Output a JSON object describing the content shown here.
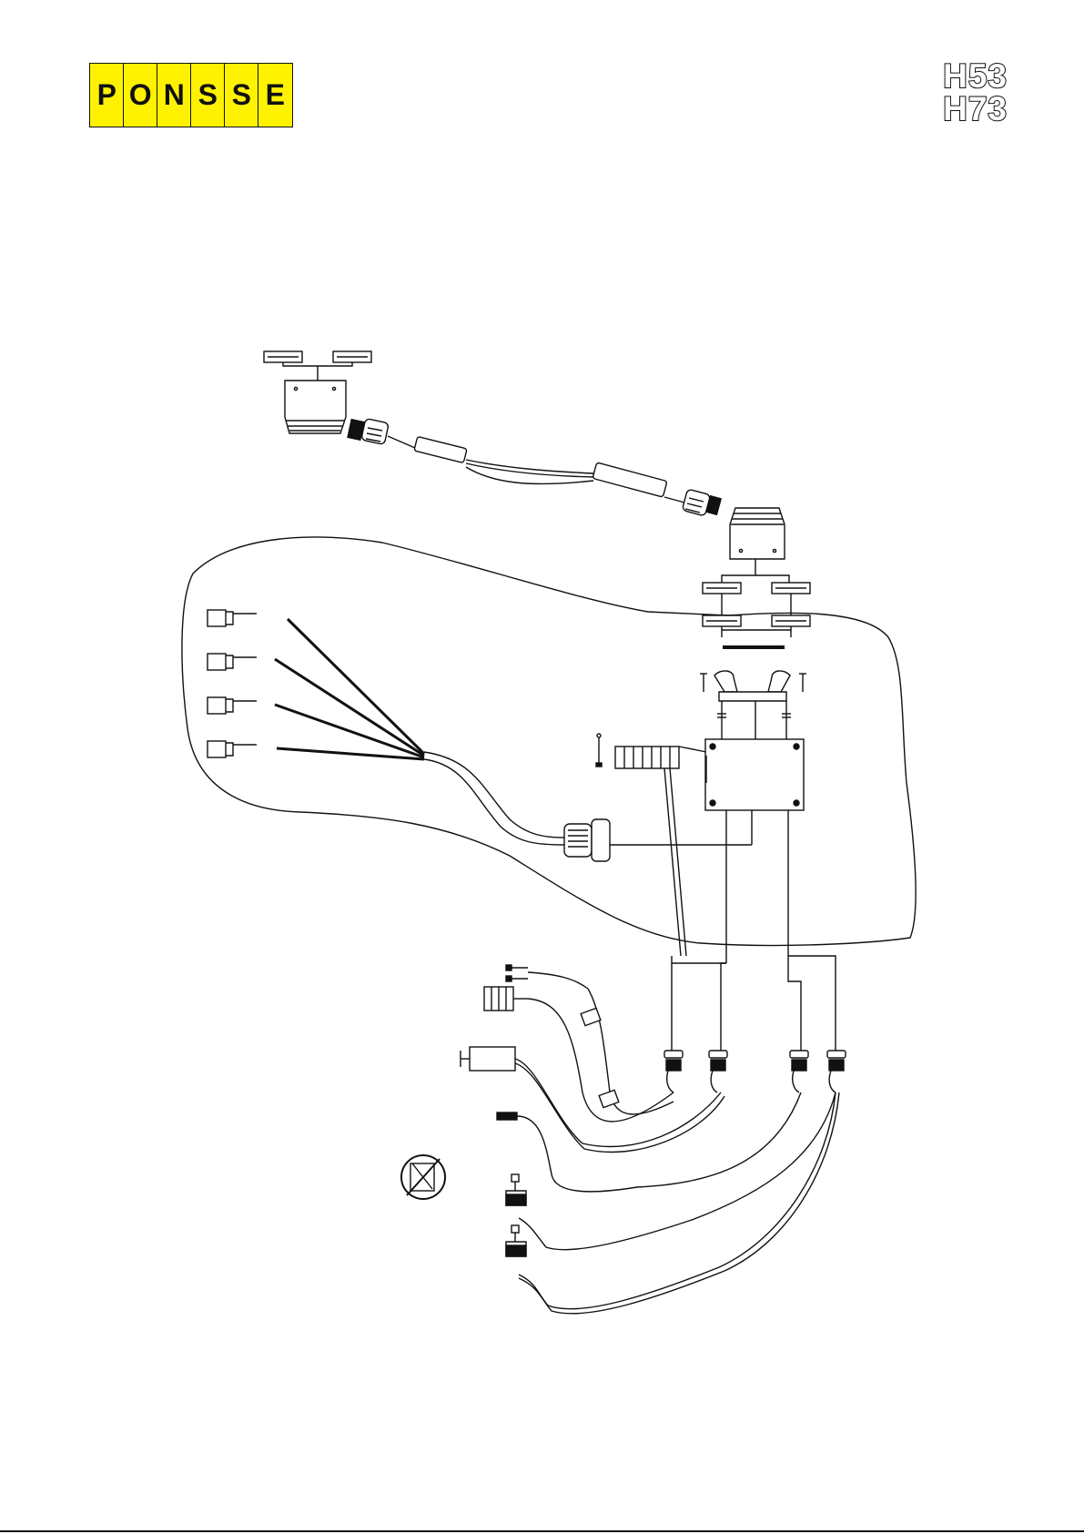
{
  "logo": {
    "letters": [
      "P",
      "O",
      "N",
      "S",
      "S",
      "E"
    ],
    "color": "#fff200"
  },
  "models": [
    "H53",
    "H73"
  ],
  "colors": {
    "line": "#111111",
    "background": "#ffffff"
  }
}
